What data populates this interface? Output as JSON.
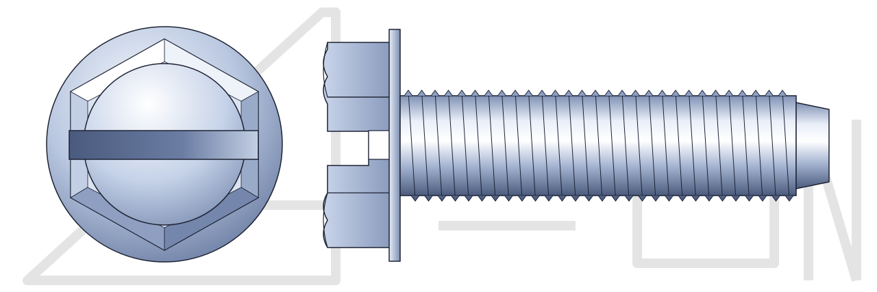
{
  "image": {
    "subject": "slotted-hex-washer-head-thread-cutting-screw",
    "views": [
      "head-end-view",
      "side-view"
    ],
    "watermark_text": "ASPEN",
    "colors": {
      "steel_light": "#e8eef8",
      "steel_mid": "#a9b9d6",
      "steel_dark": "#3e4e70",
      "outline": "#1c2233",
      "watermark": "#e6e6e6"
    }
  }
}
